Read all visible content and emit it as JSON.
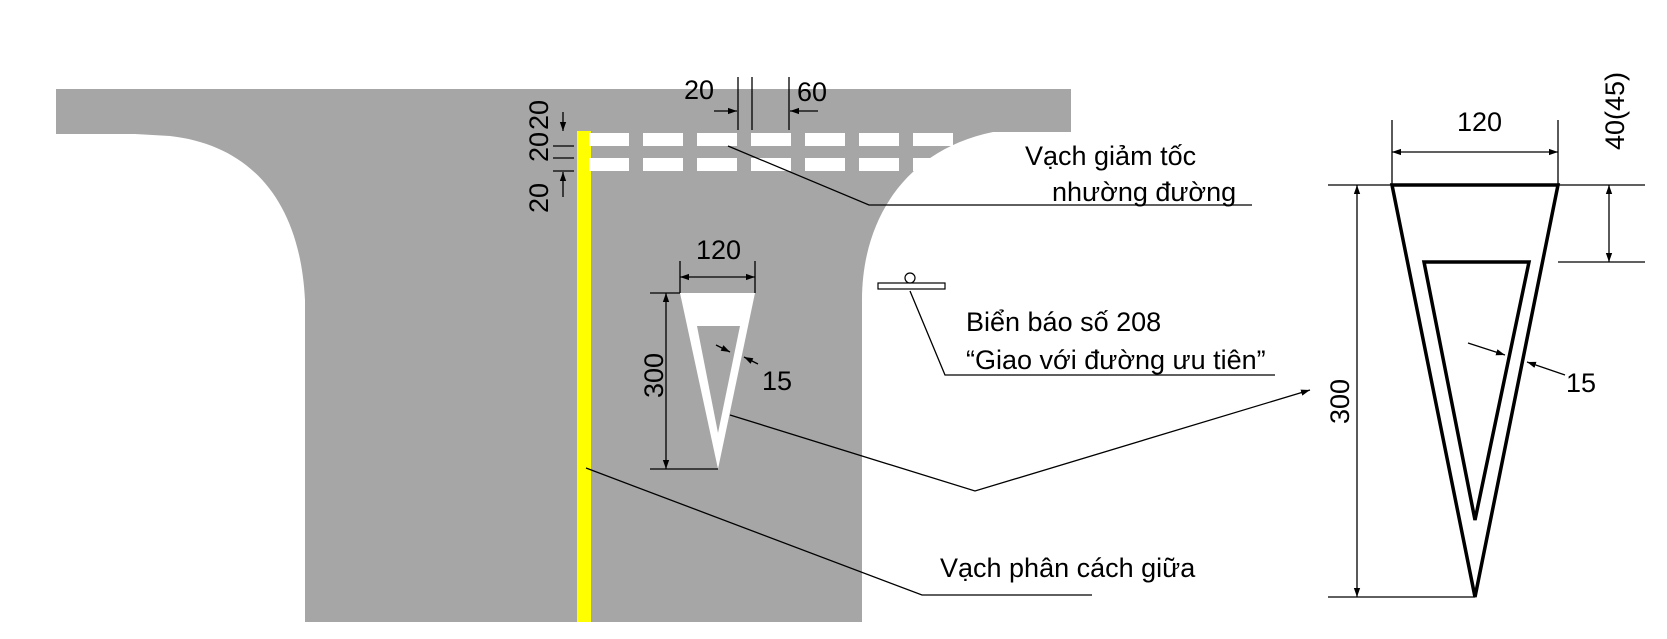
{
  "labels": {
    "yield_line_1": "Vạch giảm tốc",
    "yield_line_2": "nhường đường",
    "sign_1": "Biển báo số 208",
    "sign_2": "“Giao với đường ưu tiên”",
    "center_line": "Vạch phân cách giữa"
  },
  "dims": {
    "dash_gap": "20",
    "dash_len": "60",
    "offset_top": "20",
    "dash_height": "20",
    "offset_bottom": "20",
    "tri_width": "120",
    "tri_height": "300",
    "tri_border": "15",
    "detail_width": "120",
    "detail_height": "300",
    "detail_border": "15",
    "detail_setback": "40(45)"
  },
  "colors": {
    "road": "#a6a6a6",
    "center_line": "#ffff00",
    "markings": "#ffffff",
    "outline": "#000000"
  }
}
